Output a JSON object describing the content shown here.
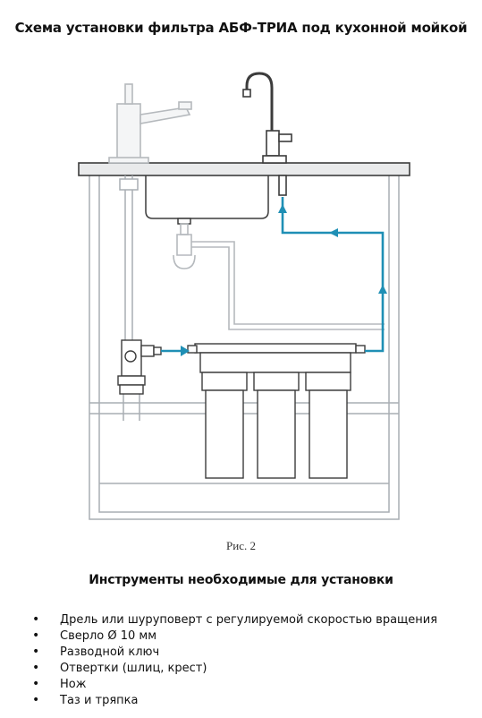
{
  "header": {
    "title": "Схема установки фильтра АБФ-ТРИА под кухонной мойкой"
  },
  "figure": {
    "caption": "Рис. 2"
  },
  "tools_section": {
    "heading": "Инструменты необходимые для установки",
    "items": [
      "Дрель или шуруповерт с регулируемой скоростью вращения",
      "Сверло Ø 10 мм",
      "Разводной ключ",
      "Отвертки (шлиц, крест)",
      "Нож",
      "Таз и тряпка"
    ]
  },
  "colors": {
    "water_line": "#1f8fb5",
    "equipment": "#a7adb3",
    "outline": "#3c3c3c"
  }
}
